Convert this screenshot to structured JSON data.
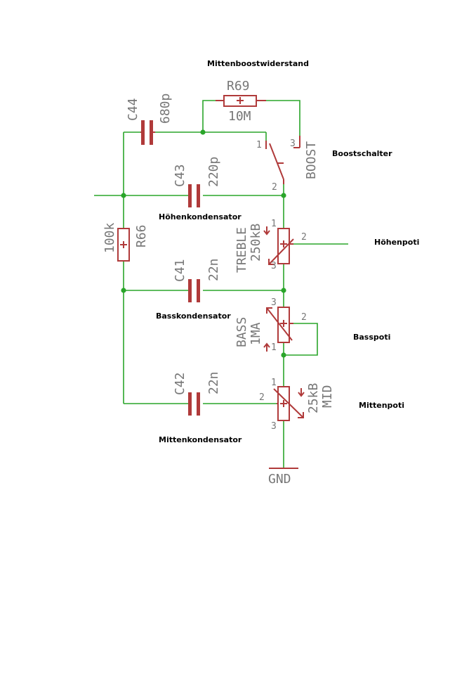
{
  "notes": {
    "mittenboostwiderstand": "Mittenboostwiderstand",
    "boostschalter": "Boostschalter",
    "hoehenkondensator": "Höhenkondensator",
    "hoehenpoti": "Höhenpoti",
    "basskondensator": "Basskondensator",
    "basspoti": "Basspoti",
    "mittenpoti": "Mittenpoti",
    "mittenkondensator": "Mittenkondensator"
  },
  "components": {
    "r69": {
      "name": "R69",
      "value": "10M"
    },
    "c44": {
      "name": "C44",
      "value": "680p"
    },
    "boost": {
      "name": "BOOST",
      "pin1": "1",
      "pin2": "2",
      "pin3": "3"
    },
    "c43": {
      "name": "C43",
      "value": "220p"
    },
    "r66": {
      "name": "R66",
      "value": "100k"
    },
    "treble": {
      "name": "TREBLE",
      "value": "250kB",
      "pin1": "1",
      "pin2": "2",
      "pin3": "3"
    },
    "c41": {
      "name": "C41",
      "value": "22n"
    },
    "bass": {
      "name": "BASS",
      "value": "1MA",
      "pin1": "1",
      "pin2": "2",
      "pin3": "3"
    },
    "c42": {
      "name": "C42",
      "value": "22n"
    },
    "mid": {
      "name": "MID",
      "value": "25kB",
      "pin1": "1",
      "pin2": "2",
      "pin3": "3"
    },
    "gnd": {
      "name": "GND"
    }
  },
  "colors": {
    "wire": "#2aa52a",
    "component": "#b03a3a",
    "label": "#777777"
  }
}
